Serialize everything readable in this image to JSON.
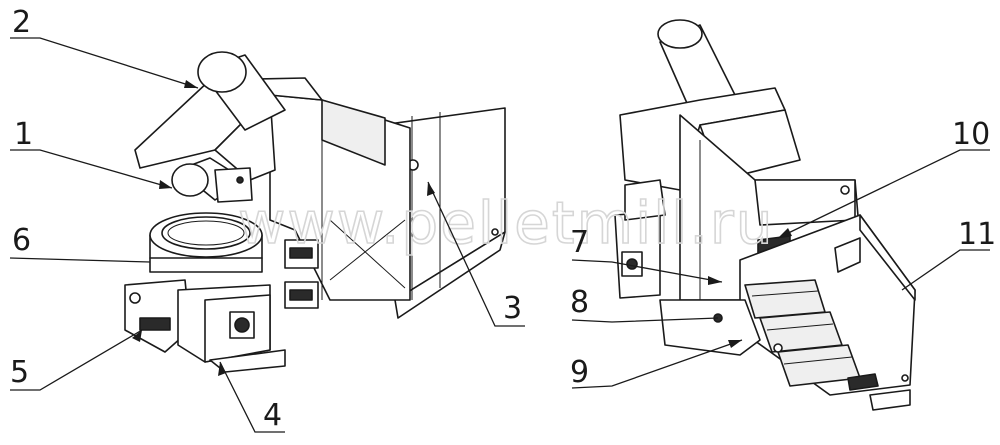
{
  "watermark": "www.pelletmill.ru",
  "callouts": [
    {
      "id": "1",
      "label": "1"
    },
    {
      "id": "2",
      "label": "2"
    },
    {
      "id": "3",
      "label": "3"
    },
    {
      "id": "4",
      "label": "4"
    },
    {
      "id": "5",
      "label": "5"
    },
    {
      "id": "6",
      "label": "6"
    },
    {
      "id": "7",
      "label": "7"
    },
    {
      "id": "8",
      "label": "8"
    },
    {
      "id": "9",
      "label": "9"
    },
    {
      "id": "10",
      "label": "10"
    },
    {
      "id": "11",
      "label": "11"
    }
  ]
}
